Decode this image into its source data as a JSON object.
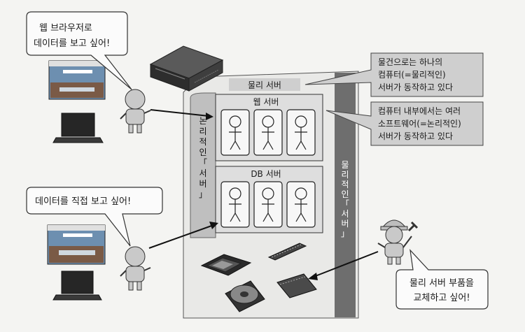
{
  "bubbles": {
    "web_user": {
      "line1": "웹 브라우저로",
      "line2": "데이터를 보고 싶어!"
    },
    "db_user": {
      "line1": "데이터를 직접 보고 싶어!"
    },
    "technician": {
      "line1": "물리 서버 부품을",
      "line2": "교체하고 싶어!"
    }
  },
  "callouts": {
    "physical_note": {
      "line1": "물건으로는 하나의",
      "line2": "컴퓨터(=물리적인)",
      "line3": "서버가 동작하고 있다"
    },
    "logical_note": {
      "line1": "컴퓨터 내부에서는 여러",
      "line2": "소프트웨어(=논리적인)",
      "line3": "서버가 동작하고 있다"
    }
  },
  "labels": {
    "physical_server_title": "물리 서버",
    "web_server": "웹 서버",
    "db_server": "DB 서버",
    "logical_server_vertical": [
      "논",
      "리",
      "적",
      "인",
      "「",
      "서",
      "버",
      "」"
    ],
    "physical_server_vertical": [
      "물",
      "리",
      "적",
      "인",
      "「",
      "서",
      "버",
      "」"
    ]
  },
  "colors": {
    "box_fill": "#dcdcdc",
    "panel_fill": "#e8e8e8",
    "dark_strip": "#6e6e6e",
    "callout_fill": "#cfcfcf",
    "line": "#222222"
  }
}
